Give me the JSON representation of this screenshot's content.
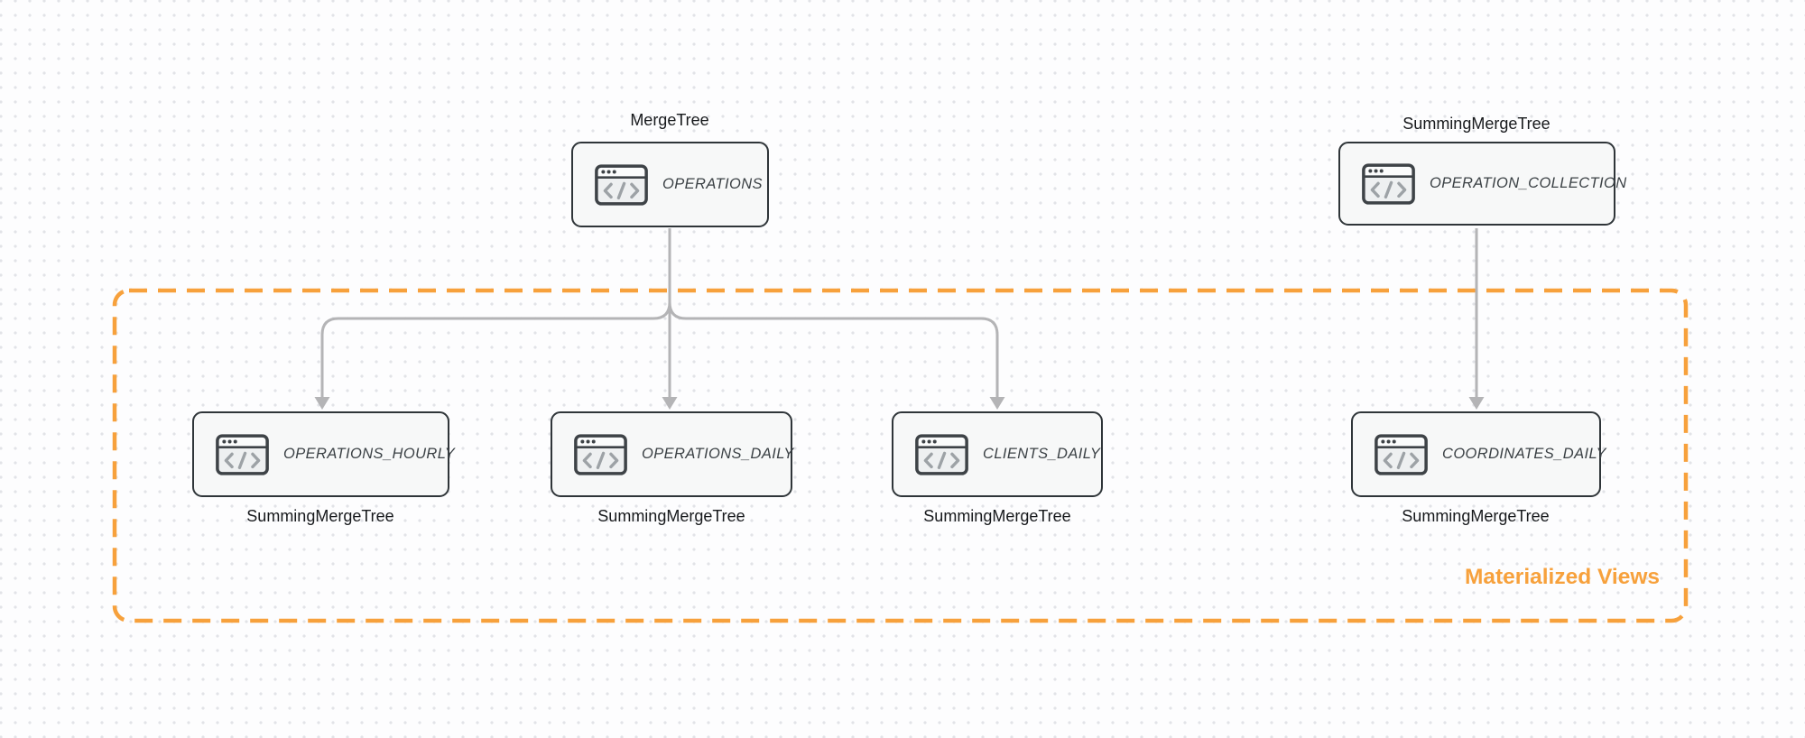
{
  "diagram": {
    "type": "database-schema",
    "group": {
      "label": "Materialized Views",
      "border_style": "dashed",
      "color": "#f7a13c"
    },
    "colors": {
      "accent_orange": "#f7a13c",
      "node_border": "#2f3539",
      "node_fill": "#f7f8f8",
      "node_text": "#3b4145",
      "engine_label_text": "#17191c",
      "arrow": "#b4b4b6",
      "background_dots": "#e2e3e7"
    },
    "nodes": [
      {
        "id": "operations",
        "title": "OPERATIONS",
        "engine": "MergeTree",
        "engine_position": "above",
        "icon": "code-window-icon",
        "in_group": false
      },
      {
        "id": "operation_collection",
        "title": "OPERATION_COLLECTION",
        "engine": "SummingMergeTree",
        "engine_position": "above",
        "icon": "code-window-icon",
        "in_group": false
      },
      {
        "id": "operations_hourly",
        "title": "OPERATIONS_HOURLY",
        "engine": "SummingMergeTree",
        "engine_position": "below",
        "icon": "code-window-icon",
        "in_group": true
      },
      {
        "id": "operations_daily",
        "title": "OPERATIONS_DAILY",
        "engine": "SummingMergeTree",
        "engine_position": "below",
        "icon": "code-window-icon",
        "in_group": true
      },
      {
        "id": "clients_daily",
        "title": "CLIENTS_DAILY",
        "engine": "SummingMergeTree",
        "engine_position": "below",
        "icon": "code-window-icon",
        "in_group": true
      },
      {
        "id": "coordinates_daily",
        "title": "COORDINATES_DAILY",
        "engine": "SummingMergeTree",
        "engine_position": "below",
        "icon": "code-window-icon",
        "in_group": true
      }
    ],
    "edges": [
      {
        "from": "operations",
        "to": "operations_hourly"
      },
      {
        "from": "operations",
        "to": "operations_daily"
      },
      {
        "from": "operations",
        "to": "clients_daily"
      },
      {
        "from": "operation_collection",
        "to": "coordinates_daily"
      }
    ]
  }
}
